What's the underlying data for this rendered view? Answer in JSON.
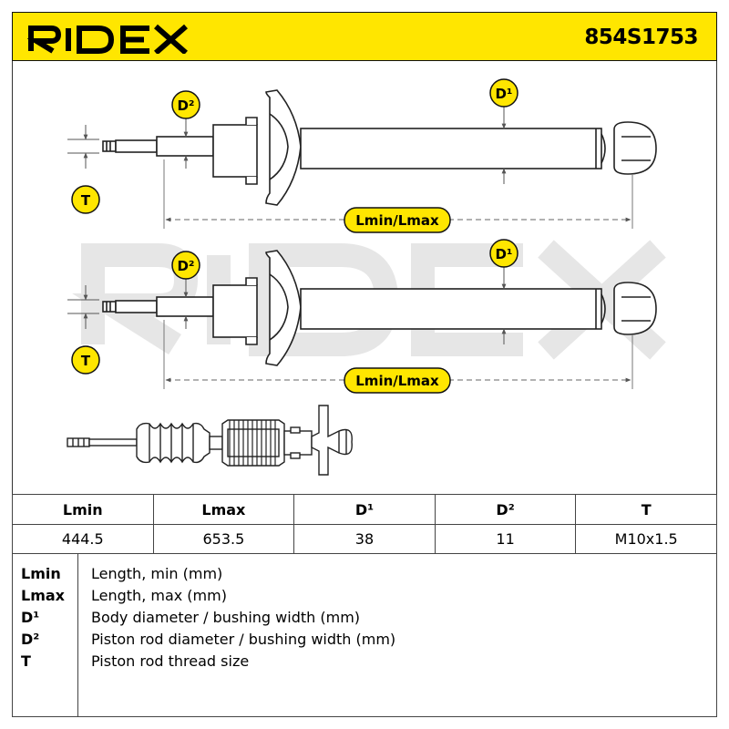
{
  "header": {
    "brand": "RIDEX",
    "part_number": "854S1753",
    "background_color": "#ffe600"
  },
  "drawing": {
    "watermark": "RIDEX",
    "labels": {
      "d1": "D¹",
      "d2": "D²",
      "t": "T",
      "length": "Lmin/Lmax"
    },
    "label_badge_color": "#ffe600"
  },
  "table": {
    "headers": [
      "Lmin",
      "Lmax",
      "D¹",
      "D²",
      "T"
    ],
    "values": [
      "444.5",
      "653.5",
      "38",
      "11",
      "M10x1.5"
    ]
  },
  "legend": [
    {
      "abbr": "Lmin",
      "desc": "Length, min (mm)"
    },
    {
      "abbr": "Lmax",
      "desc": "Length, max (mm)"
    },
    {
      "abbr": "D¹",
      "desc": "Body diameter / bushing width (mm)"
    },
    {
      "abbr": "D²",
      "desc": "Piston rod diameter / bushing width (mm)"
    },
    {
      "abbr": "T",
      "desc": "Piston rod thread size"
    }
  ]
}
